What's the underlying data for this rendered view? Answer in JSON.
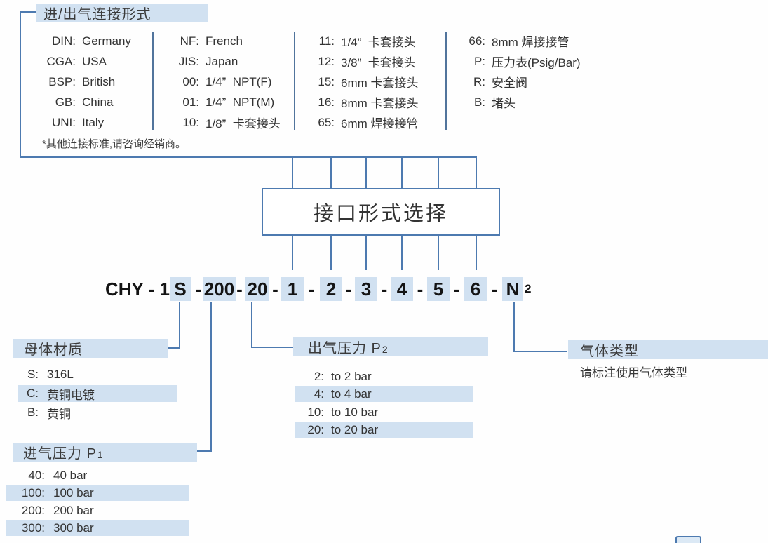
{
  "colors": {
    "highlight": "#d1e1f1",
    "line": "#4d7ab0",
    "text": "#333333"
  },
  "connection_section": {
    "title": "进/出气连接形式",
    "note": "*其他连接标准,请咨询经销商。",
    "columns": [
      {
        "items": [
          {
            "key": "DIN:",
            "label": "Germany"
          },
          {
            "key": "CGA:",
            "label": "USA"
          },
          {
            "key": "BSP:",
            "label": "British"
          },
          {
            "key": "GB:",
            "label": "China"
          },
          {
            "key": "UNI:",
            "label": "Italy"
          }
        ]
      },
      {
        "items": [
          {
            "key": "NF:",
            "label": "French"
          },
          {
            "key": "JIS:",
            "label": "Japan"
          },
          {
            "key": "00:",
            "label": "1/4”  NPT(F)"
          },
          {
            "key": "01:",
            "label": "1/4”  NPT(M)"
          },
          {
            "key": "10:",
            "label": "1/8”  卡套接头"
          }
        ]
      },
      {
        "items": [
          {
            "key": "11:",
            "label": "1/4”  卡套接头"
          },
          {
            "key": "12:",
            "label": "3/8”  卡套接头"
          },
          {
            "key": "15:",
            "label": "6mm 卡套接头"
          },
          {
            "key": "16:",
            "label": "8mm 卡套接头"
          },
          {
            "key": "65:",
            "label": "6mm 焊接接管"
          }
        ]
      },
      {
        "items": [
          {
            "key": "66:",
            "label": "8mm 焊接接管"
          },
          {
            "key": "P:",
            "label": "压力表(Psig/Bar)"
          },
          {
            "key": "R:",
            "label": "安全阀"
          },
          {
            "key": "B:",
            "label": "堵头"
          }
        ]
      }
    ]
  },
  "selector_box": {
    "label": "接口形式选择"
  },
  "code": {
    "prefix": "CHY - 1",
    "material": "S",
    "sep": "-",
    "inlet_pressure": "200",
    "outlet_pressure": "20",
    "ports": [
      "1",
      "2",
      "3",
      "4",
      "5",
      "6"
    ],
    "gas": "N",
    "gas_subscript": "2"
  },
  "material_section": {
    "title": "母体材质",
    "items": [
      {
        "key": "S:",
        "label": "316L",
        "highlighted": false
      },
      {
        "key": "C:",
        "label": "黄铜电镀",
        "highlighted": true
      },
      {
        "key": "B:",
        "label": "黄铜",
        "highlighted": false
      }
    ]
  },
  "inlet_pressure_section": {
    "title": "进气压力 P",
    "title_subscript": "1",
    "items": [
      {
        "key": "40:",
        "label": "40 bar",
        "highlighted": false
      },
      {
        "key": "100:",
        "label": "100 bar",
        "highlighted": true
      },
      {
        "key": "200:",
        "label": "200 bar",
        "highlighted": false
      },
      {
        "key": "300:",
        "label": "300 bar",
        "highlighted": true
      }
    ]
  },
  "outlet_pressure_section": {
    "title": "出气压力 P",
    "title_subscript": "2",
    "items": [
      {
        "key": "2:",
        "label": "to 2 bar",
        "highlighted": false
      },
      {
        "key": "4:",
        "label": "to 4 bar",
        "highlighted": true
      },
      {
        "key": "10:",
        "label": "to 10 bar",
        "highlighted": false
      },
      {
        "key": "20:",
        "label": "to 20 bar",
        "highlighted": true
      }
    ]
  },
  "gas_type_section": {
    "title": "气体类型",
    "note": "请标注使用气体类型"
  }
}
